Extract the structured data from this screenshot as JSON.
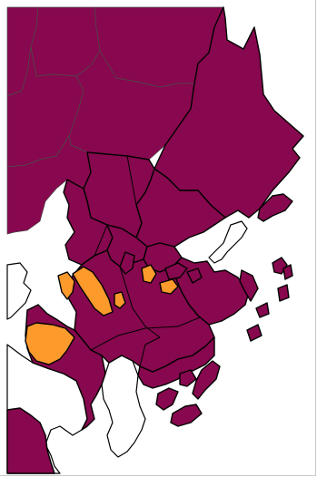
{
  "colors": {
    "background": "#ffffff",
    "primary_region": "#87084e",
    "highlight_region": "#fd9a2c",
    "neutral_region": "#ffffff",
    "boundary_line": "#000000",
    "inland_boundary_line": "#4a4a4a"
  },
  "legend": [],
  "regions": {
    "primary": {
      "category": "primary",
      "count": 40
    },
    "highlighted": {
      "category": "highlighted",
      "count": 6
    },
    "neutral": {
      "category": "neutral",
      "count": 3
    }
  }
}
